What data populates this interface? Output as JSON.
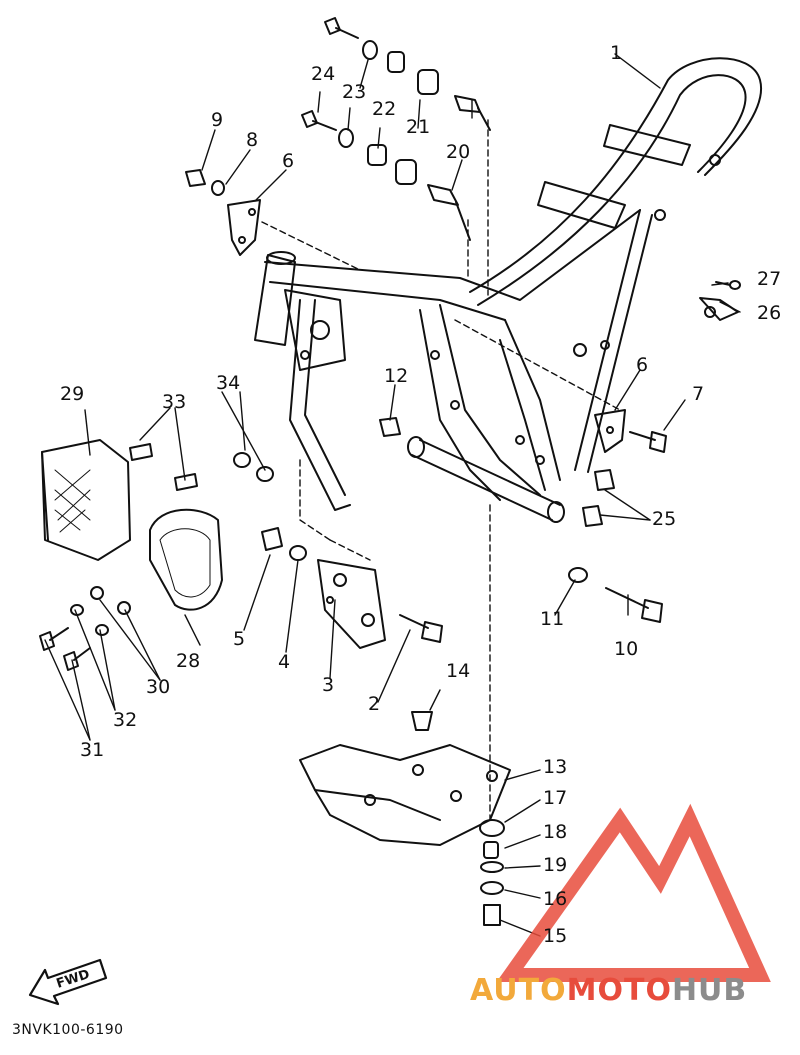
{
  "diagram_code": "3NVK100-6190",
  "fwd_label": "FWD",
  "watermark": {
    "part1": "AUTO",
    "part2": "MOTO",
    "part3": "HUB"
  },
  "colors": {
    "ink": "#111111",
    "wm_orange": "#f2a93b",
    "wm_red": "#e74c3c",
    "wm_gray": "#8c8c8c"
  },
  "callouts": [
    {
      "id": "c1",
      "text": "1"
    },
    {
      "id": "c2",
      "text": "2"
    },
    {
      "id": "c3",
      "text": "3"
    },
    {
      "id": "c4",
      "text": "4"
    },
    {
      "id": "c5",
      "text": "5"
    },
    {
      "id": "c6a",
      "text": "6"
    },
    {
      "id": "c6b",
      "text": "6"
    },
    {
      "id": "c7",
      "text": "7"
    },
    {
      "id": "c8",
      "text": "8"
    },
    {
      "id": "c9",
      "text": "9"
    },
    {
      "id": "c10",
      "text": "10"
    },
    {
      "id": "c11",
      "text": "11"
    },
    {
      "id": "c12",
      "text": "12"
    },
    {
      "id": "c13",
      "text": "13"
    },
    {
      "id": "c14",
      "text": "14"
    },
    {
      "id": "c15",
      "text": "15"
    },
    {
      "id": "c16",
      "text": "16"
    },
    {
      "id": "c17",
      "text": "17"
    },
    {
      "id": "c18",
      "text": "18"
    },
    {
      "id": "c19",
      "text": "19"
    },
    {
      "id": "c20",
      "text": "20"
    },
    {
      "id": "c21",
      "text": "21"
    },
    {
      "id": "c22",
      "text": "22"
    },
    {
      "id": "c23",
      "text": "23"
    },
    {
      "id": "c24",
      "text": "24"
    },
    {
      "id": "c25",
      "text": "25"
    },
    {
      "id": "c26",
      "text": "26"
    },
    {
      "id": "c27",
      "text": "27"
    },
    {
      "id": "c28",
      "text": "28"
    },
    {
      "id": "c29",
      "text": "29"
    },
    {
      "id": "c30",
      "text": "30"
    },
    {
      "id": "c31",
      "text": "31"
    },
    {
      "id": "c32",
      "text": "32"
    },
    {
      "id": "c33",
      "text": "33"
    },
    {
      "id": "c34",
      "text": "34"
    }
  ]
}
